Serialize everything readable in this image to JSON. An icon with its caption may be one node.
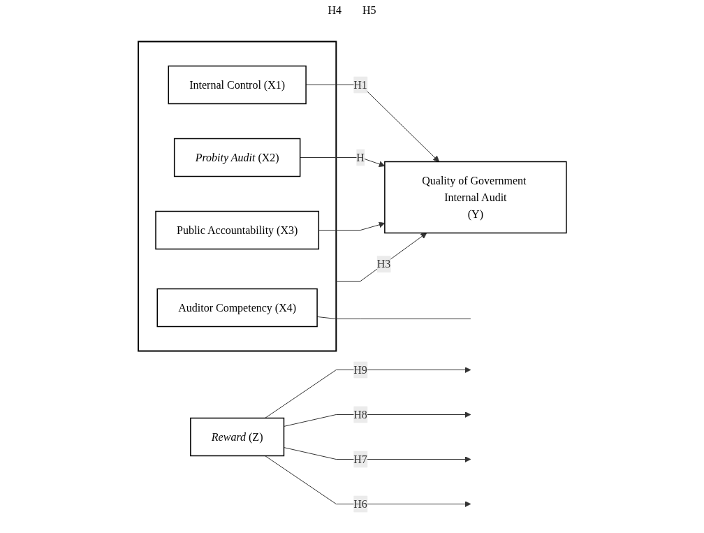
{
  "diagram": {
    "nodes": [
      {
        "text": [],
        "shape": "box"
      },
      {
        "text": [
          "Internal Control (X1)"
        ],
        "in": 0
      },
      {
        "text": [
          "*Probity Audit* (X2)"
        ],
        "in": 0
      },
      {
        "text": [
          "Public Accountability (X3)"
        ],
        "in": 0
      },
      {
        "text": [
          "Auditor Competency (X4)"
        ],
        "in": 0
      },
      {
        "text": [
          "Quality of Government Internal Audit",
          "(Y)"
        ]
      },
      {
        "text": [
          "*Reward* (Z)"
        ]
      }
    ],
    "edges": [
      {
        "from": 1,
        "to": 5,
        "arrow": "to",
        "label": "H1"
      },
      {
        "from": 2,
        "to": 5,
        "arrow": "to",
        "label": "H"
      },
      {
        "from": 3,
        "to": 5,
        "arrow": "to"
      },
      {
        "from": 0,
        "to": 5,
        "arrow": "to",
        "label": "H3"
      },
      {
        "from": 6,
        "to": null,
        "arrow": "to",
        "label": "H9"
      },
      {
        "from": 6,
        "to": null,
        "arrow": "to",
        "label": "H8"
      },
      {
        "from": 6,
        "to": null,
        "arrow": "to",
        "label": "H7"
      },
      {
        "from": 6,
        "to": null,
        "arrow": "to",
        "label": "H6"
      },
      {
        "from": 4,
        "to": null,
        "arrow": "none"
      }
    ],
    "labels": [
      "H4",
      "H5"
    ]
  }
}
